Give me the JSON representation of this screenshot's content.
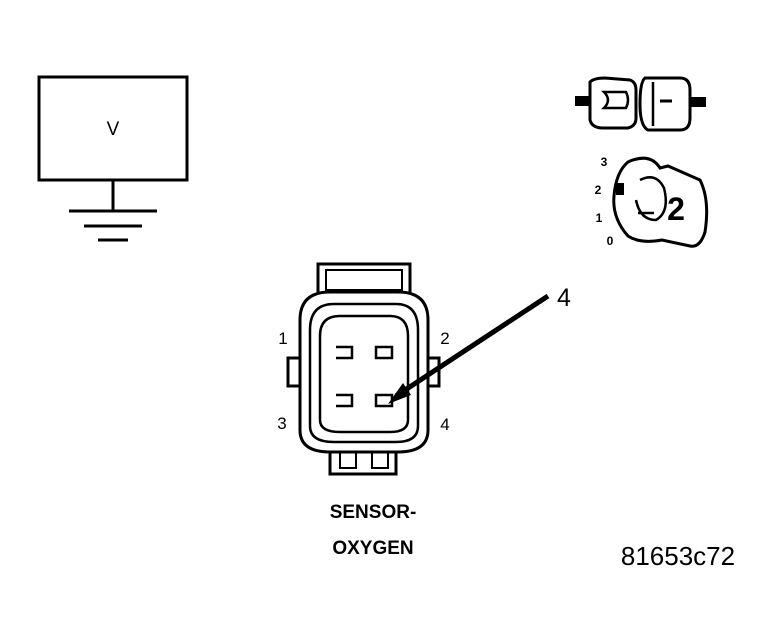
{
  "meter": {
    "symbol": "V"
  },
  "ignition_switch": {
    "positions": [
      "3",
      "2",
      "1",
      "0"
    ],
    "selected_position": "2"
  },
  "connector": {
    "pins": [
      "1",
      "2",
      "3",
      "4"
    ],
    "callout": "4",
    "label_line1": "SENSOR-",
    "label_line2": "OXYGEN"
  },
  "figure_id": "81653c72"
}
